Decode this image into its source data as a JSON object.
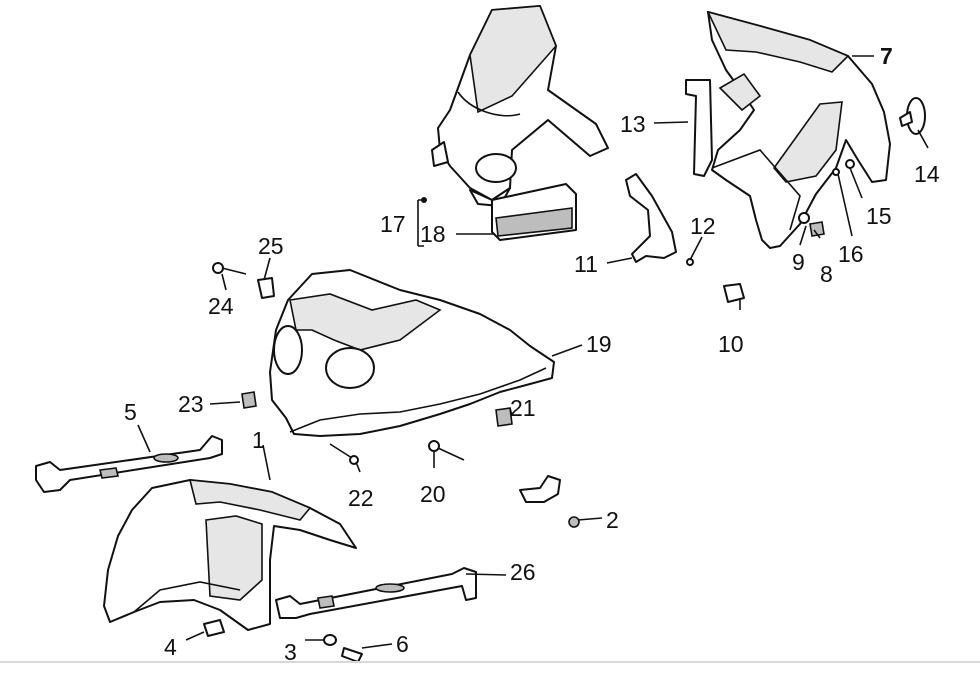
{
  "diagram": {
    "colors": {
      "line": "#111111",
      "shade": "#e6e6e6",
      "dark_shade": "#bdbdbd",
      "background": "#ffffff"
    },
    "callouts": {
      "c1": "1",
      "c2": "2",
      "c3": "3",
      "c4": "4",
      "c5": "5",
      "c6": "6",
      "c7": "7",
      "c8": "8",
      "c9": "9",
      "c10": "10",
      "c11": "11",
      "c12": "12",
      "c13": "13",
      "c14": "14",
      "c15": "15",
      "c16": "16",
      "c17": "17",
      "c18": "18",
      "c19": "19",
      "c20": "20",
      "c21": "21",
      "c22": "22",
      "c23": "23",
      "c24": "24",
      "c25": "25",
      "c26": "26"
    }
  }
}
